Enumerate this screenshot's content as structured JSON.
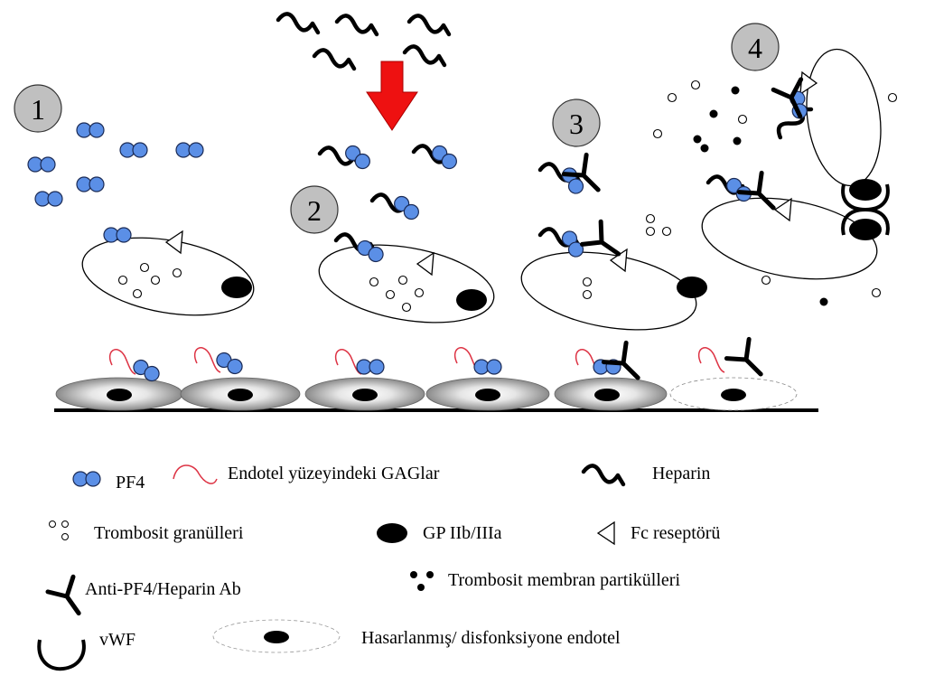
{
  "steps": [
    "1",
    "2",
    "3",
    "4"
  ],
  "legend": {
    "pf4": "PF4",
    "gag": "Endotel yüzeyindeki GAGlar",
    "heparin": "Heparin",
    "granules": "Trombosit granülleri",
    "gp": "GP IIb/IIIa",
    "fc": "Fc reseptörü",
    "antibody": "Anti-PF4/Heparin Ab",
    "particles": "Trombosit membran partikülleri",
    "vwf": "vWF",
    "damaged": "Hasarlanmış/ disfonksiyone endotel"
  },
  "colors": {
    "pf4": "#5b8fe6",
    "arrow": "#ee1111",
    "step_badge": "#c0c0c0",
    "gag": "#dd3344"
  }
}
